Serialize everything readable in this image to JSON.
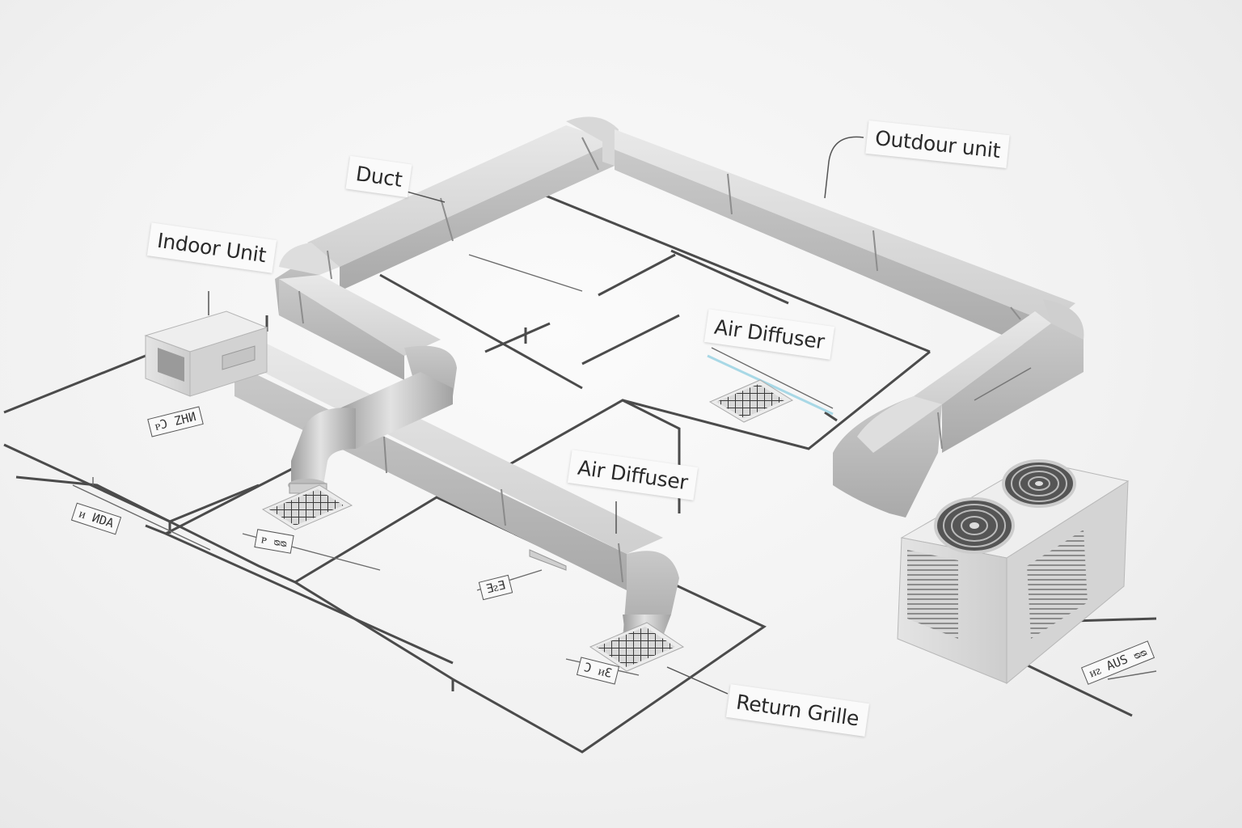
{
  "labels": {
    "duct": "Duct",
    "outdoor_unit": "Outdour unit",
    "indoor_unit": "Indoor Unit",
    "air_diffuser_top": "Air Diffuser",
    "air_diffuser_mid": "Air Diffuser",
    "return_grille": "Return Grille"
  },
  "dimension_tags": {
    "tag1": "ᴘƆ ZHИ",
    "tag2": "ᴎ ИDА",
    "tag3": "ᴘ ᴓᴓ",
    "tag4": "ƎᴤƎ",
    "tag5": "Ɔ ᴎƐ",
    "tag6": "ᴎᴤ AUS ᴓᴓ"
  },
  "colors": {
    "duct_light": "#dcdcdc",
    "duct_mid": "#bdbdbd",
    "duct_dark": "#9a9a9a",
    "plan_line": "#4a4a4a",
    "background": "#f3f3f3"
  },
  "icons": [
    "fan-icon",
    "grille-icon",
    "vent-icon"
  ]
}
